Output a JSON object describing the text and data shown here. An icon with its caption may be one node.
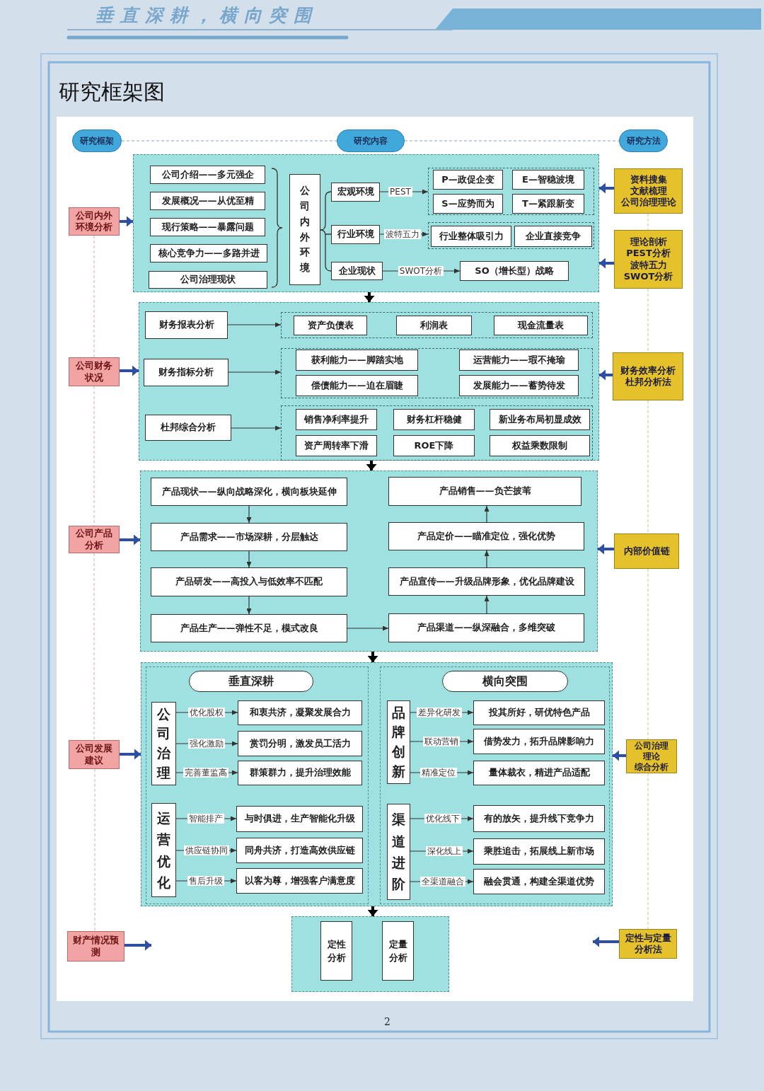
{
  "diagram": {
    "title": "研究框架图",
    "nodes": [
      {
        "text": [
          "研究框架"
        ]
      },
      {
        "text": [
          "研究内容"
        ]
      },
      {
        "text": [
          "研究方法"
        ]
      },
      {
        "text": [
          "公司内外环境分析"
        ]
      },
      {
        "text": [],
        "shape": "box"
      },
      {
        "text": [
          "公司介绍——多元强企"
        ],
        "in": 4
      },
      {
        "text": [
          "发展概况——从优至精"
        ],
        "in": 4
      },
      {
        "text": [
          "现行策略——暴露问题"
        ],
        "in": 4
      },
      {
        "text": [
          "核心竞争力——多路并进"
        ],
        "in": 4
      },
      {
        "text": [
          "公司治理现状"
        ],
        "in": 4
      },
      {
        "text": [
          "公司内外环境"
        ],
        "in": 4
      },
      {
        "text": [
          "宏观环境"
        ],
        "in": 4
      },
      {
        "text": [],
        "shape": "box",
        "in": 4
      },
      {
        "text": [
          "P—政促企变"
        ],
        "in": 12
      },
      {
        "text": [
          "E—智稳波境"
        ],
        "in": 12
      },
      {
        "text": [
          "S—应势而为"
        ],
        "in": 12
      },
      {
        "text": [
          "T—紧跟新变"
        ],
        "in": 12
      },
      {
        "text": [
          "行业环境"
        ],
        "in": 4
      },
      {
        "text": [],
        "shape": "box",
        "in": 4
      },
      {
        "text": [
          "行业整体吸引力"
        ],
        "in": 18
      },
      {
        "text": [
          "企业直接竞争"
        ],
        "in": 18
      },
      {
        "text": [
          "企业现状"
        ],
        "in": 4
      },
      {
        "text": [
          "SO（增长型）战略"
        ],
        "in": 4
      },
      {
        "text": [
          "资料搜集",
          "文献梳理",
          "公司治理理论"
        ]
      },
      {
        "text": [
          "理论剖析",
          "PEST分析",
          "波特五力",
          "SWOT分析"
        ]
      },
      {
        "text": [
          "公司财务状况"
        ]
      },
      {
        "text": [],
        "shape": "box"
      },
      {
        "text": [
          "财务报表分析"
        ],
        "in": 26
      },
      {
        "text": [],
        "shape": "box",
        "in": 26
      },
      {
        "text": [
          "资产负债表"
        ],
        "in": 28
      },
      {
        "text": [
          "利润表"
        ],
        "in": 28
      },
      {
        "text": [
          "现金流量表"
        ],
        "in": 28
      },
      {
        "text": [
          "财务指标分析"
        ],
        "in": 26
      },
      {
        "text": [],
        "shape": "box",
        "in": 26
      },
      {
        "text": [
          "获利能力——脚踏实地"
        ],
        "in": 33
      },
      {
        "text": [
          "运营能力——瑕不掩瑜"
        ],
        "in": 33
      },
      {
        "text": [
          "偿债能力——迫在眉睫"
        ],
        "in": 33
      },
      {
        "text": [
          "发展能力——蓄势待发"
        ],
        "in": 33
      },
      {
        "text": [
          "杜邦综合分析"
        ],
        "in": 26
      },
      {
        "text": [],
        "shape": "box",
        "in": 26
      },
      {
        "text": [
          "销售净利率提升"
        ],
        "in": 39
      },
      {
        "text": [
          "财务杠杆稳健"
        ],
        "in": 39
      },
      {
        "text": [
          "新业务布局初显成效"
        ],
        "in": 39
      },
      {
        "text": [
          "资产周转率下滑"
        ],
        "in": 39
      },
      {
        "text": [
          "ROE下降"
        ],
        "in": 39
      },
      {
        "text": [
          "权益乘数限制"
        ],
        "in": 39
      },
      {
        "text": [
          "财务效率分析",
          "杜邦分析法"
        ]
      },
      {
        "text": [
          "公司产品分析"
        ]
      },
      {
        "text": [],
        "shape": "box"
      },
      {
        "text": [
          "产品现状——纵向战略深化，横向板块延伸"
        ],
        "in": 48
      },
      {
        "text": [
          "产品需求——市场深耕，分层触达"
        ],
        "in": 48
      },
      {
        "text": [
          "产品研发——高投入与低效率不匹配"
        ],
        "in": 48
      },
      {
        "text": [
          "产品生产——弹性不足，模式改良"
        ],
        "in": 48
      },
      {
        "text": [
          "产品销售——负芒披苇"
        ],
        "in": 48
      },
      {
        "text": [
          "产品定价——瞄准定位，强化优势"
        ],
        "in": 48
      },
      {
        "text": [
          "产品宣传——升级品牌形象，优化品牌建设"
        ],
        "in": 48
      },
      {
        "text": [
          "产品渠道——纵深融合，多维突破"
        ],
        "in": 48
      },
      {
        "text": [
          "内部价值链"
        ]
      },
      {
        "text": [
          "公司发展建议"
        ]
      },
      {
        "text": [],
        "shape": "box"
      },
      {
        "text": [],
        "shape": "box",
        "in": 59
      },
      {
        "text": [
          "垂直深耕"
        ],
        "in": 60
      },
      {
        "text": [
          "公司治理"
        ],
        "in": 60
      },
      {
        "text": [
          "和衷共济，凝聚发展合力"
        ],
        "in": 60
      },
      {
        "text": [
          "赏罚分明，激发员工活力"
        ],
        "in": 60
      },
      {
        "text": [
          "群策群力，提升治理效能"
        ],
        "in": 60
      },
      {
        "text": [
          "运营优化"
        ],
        "in": 60
      },
      {
        "text": [
          "与时俱进，生产智能化升级"
        ],
        "in": 60
      },
      {
        "text": [
          "同舟共济，打造高效供应链"
        ],
        "in": 60
      },
      {
        "text": [
          "以客为尊，增强客户满意度"
        ],
        "in": 60
      },
      {
        "text": [],
        "shape": "box",
        "in": 59
      },
      {
        "text": [
          "横向突围"
        ],
        "in": 70
      },
      {
        "text": [
          "品牌创新"
        ],
        "in": 70
      },
      {
        "text": [
          "投其所好，研优特色产品"
        ],
        "in": 70
      },
      {
        "text": [
          "借势发力，拓升品牌影响力"
        ],
        "in": 70
      },
      {
        "text": [
          "量体裁衣，精进产品适配"
        ],
        "in": 70
      },
      {
        "text": [
          "渠道进阶"
        ],
        "in": 70
      },
      {
        "text": [
          "有的放矢，提升线下竞争力"
        ],
        "in": 70
      },
      {
        "text": [
          "乘胜追击，拓展线上新市场"
        ],
        "in": 70
      },
      {
        "text": [
          "融会贯通，构建全渠道优势"
        ],
        "in": 70
      },
      {
        "text": [
          "公司治理理论",
          "综合分析"
        ]
      },
      {
        "text": [
          "财产情况预测"
        ]
      },
      {
        "text": [],
        "shape": "box"
      },
      {
        "text": [
          "定性分析"
        ],
        "in": 82
      },
      {
        "text": [
          "定量分析"
        ],
        "in": 82
      },
      {
        "text": [
          "定性与定量分析法"
        ]
      }
    ],
    "edges": [
      {
        "from": 0,
        "to": 1,
        "arrow": "none",
        "style": "dashed",
        "color": "#8c9db0"
      },
      {
        "from": 1,
        "to": 2,
        "arrow": "none",
        "style": "dashed",
        "color": "#8c9db0"
      },
      {
        "from": 3,
        "to": 25,
        "arrow": "none",
        "style": "dashed",
        "color": "#e0a3a3"
      },
      {
        "from": 25,
        "to": 47,
        "arrow": "none",
        "style": "dashed",
        "color": "#e0a3a3"
      },
      {
        "from": 47,
        "to": 58,
        "arrow": "none",
        "style": "dashed",
        "color": "#e0a3a3"
      },
      {
        "from": 58,
        "to": 81,
        "arrow": "none",
        "style": "dashed",
        "color": "#e0a3a3"
      },
      {
        "from": 23,
        "to": 24,
        "arrow": "none",
        "style": "dashed",
        "color": "#c7c679"
      },
      {
        "from": 24,
        "to": 46,
        "arrow": "none",
        "style": "dashed",
        "color": "#c7c679"
      },
      {
        "from": 46,
        "to": 57,
        "arrow": "none",
        "style": "dashed",
        "color": "#c7c679"
      },
      {
        "from": 57,
        "to": 80,
        "arrow": "none",
        "style": "dashed",
        "color": "#c7c679"
      },
      {
        "from": 80,
        "to": 85,
        "arrow": "none",
        "style": "dashed",
        "color": "#c7c679"
      },
      {
        "from": 3,
        "to": 4,
        "arrow": "to",
        "style": "thick",
        "color": "#2e4ea3"
      },
      {
        "from": 23,
        "to": 4,
        "arrow": "to",
        "style": "thick",
        "color": "#2e4ea3"
      },
      {
        "from": 24,
        "to": 4,
        "arrow": "to",
        "style": "thick",
        "color": "#2e4ea3"
      },
      {
        "from": 25,
        "to": 26,
        "arrow": "to",
        "style": "thick",
        "color": "#2e4ea3"
      },
      {
        "from": 46,
        "to": 26,
        "arrow": "to",
        "style": "thick",
        "color": "#2e4ea3"
      },
      {
        "from": 47,
        "to": 48,
        "arrow": "to",
        "style": "thick",
        "color": "#2e4ea3"
      },
      {
        "from": 57,
        "to": 48,
        "arrow": "to",
        "style": "thick",
        "color": "#2e4ea3"
      },
      {
        "from": 58,
        "to": 59,
        "arrow": "to",
        "style": "thick",
        "color": "#2e4ea3"
      },
      {
        "from": 80,
        "to": 59,
        "arrow": "to",
        "style": "thick",
        "color": "#2e4ea3"
      },
      {
        "from": 81,
        "to": null,
        "arrow": "to",
        "style": "thick",
        "color": "#2e4ea3"
      },
      {
        "from": 85,
        "to": null,
        "arrow": "to",
        "style": "thick",
        "color": "#2e4ea3"
      },
      {
        "from": 4,
        "to": 26,
        "arrow": "to",
        "style": "thick",
        "color": "#000000"
      },
      {
        "from": 26,
        "to": 48,
        "arrow": "to",
        "style": "thick",
        "color": "#000000"
      },
      {
        "from": 48,
        "to": 59,
        "arrow": "to",
        "style": "thick",
        "color": "#000000"
      },
      {
        "from": 59,
        "to": 82,
        "arrow": "to",
        "style": "thick",
        "color": "#000000"
      },
      {
        "from": 11,
        "to": 12,
        "arrow": "to",
        "label": "PEST"
      },
      {
        "from": 17,
        "to": 18,
        "arrow": "to",
        "label": "波特五力"
      },
      {
        "from": 21,
        "to": 22,
        "arrow": "to",
        "label": "SWOT分析"
      },
      {
        "from": 27,
        "to": 28,
        "arrow": "to"
      },
      {
        "from": 32,
        "to": 33,
        "arrow": "to"
      },
      {
        "from": 38,
        "to": 39,
        "arrow": "to"
      },
      {
        "from": 49,
        "to": 50,
        "arrow": "to"
      },
      {
        "from": 50,
        "to": 51,
        "arrow": "to"
      },
      {
        "from": 51,
        "to": 52,
        "arrow": "to"
      },
      {
        "from": 52,
        "to": 56,
        "arrow": "to"
      },
      {
        "from": 56,
        "to": 55,
        "arrow": "to"
      },
      {
        "from": 55,
        "to": 54,
        "arrow": "to"
      },
      {
        "from": 54,
        "to": 53,
        "arrow": "to"
      },
      {
        "from": 62,
        "to": 63,
        "arrow": "to",
        "label": "优化股权"
      },
      {
        "from": 62,
        "to": 64,
        "arrow": "to",
        "label": "强化激励"
      },
      {
        "from": 62,
        "to": 65,
        "arrow": "to",
        "label": "完善董监高"
      },
      {
        "from": 66,
        "to": 67,
        "arrow": "to",
        "label": "智能排产"
      },
      {
        "from": 66,
        "to": 68,
        "arrow": "to",
        "label": "供应链协同"
      },
      {
        "from": 66,
        "to": 69,
        "arrow": "to",
        "label": "售后升级"
      },
      {
        "from": 72,
        "to": 73,
        "arrow": "to",
        "label": "差异化研发"
      },
      {
        "from": 72,
        "to": 74,
        "arrow": "to",
        "label": "联动营销"
      },
      {
        "from": 72,
        "to": 75,
        "arrow": "to",
        "label": "精准定位"
      },
      {
        "from": 76,
        "to": 77,
        "arrow": "to",
        "label": "优化线下"
      },
      {
        "from": 76,
        "to": 78,
        "arrow": "to",
        "label": "深化线上"
      },
      {
        "from": 76,
        "to": 79,
        "arrow": "to",
        "label": "全渠道融合"
      }
    ],
    "labels": [
      "垂直深耕，横向突围",
      "2"
    ]
  }
}
